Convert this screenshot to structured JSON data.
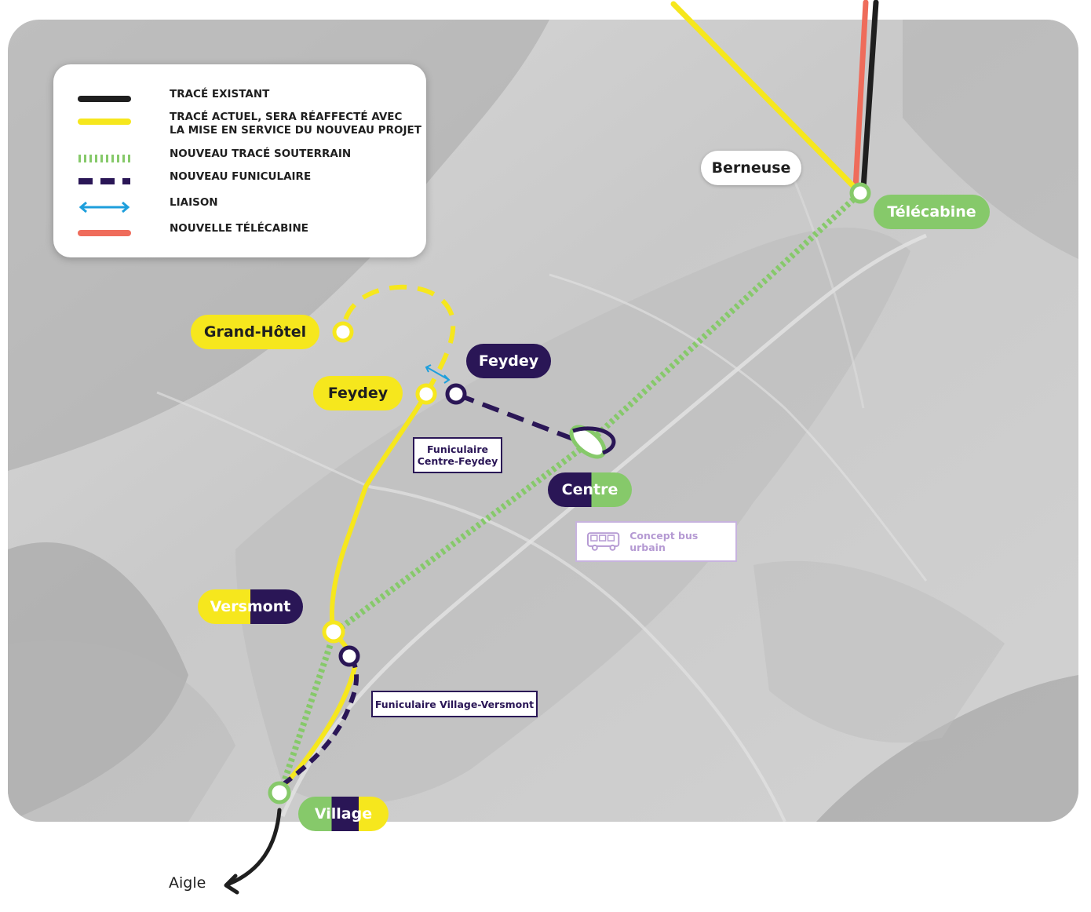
{
  "colors": {
    "existing": "#1f1f1f",
    "current_yellow": "#f6e71d",
    "underground_green": "#86c96a",
    "funicular_purple": "#2a1656",
    "liaison_blue": "#1e9fdc",
    "telecabine_red": "#ef6c5b",
    "bus_lilac": "#c7b3de"
  },
  "legend": {
    "items": [
      {
        "label": "TRACÉ EXISTANT",
        "style": "existing"
      },
      {
        "label": "TRACÉ ACTUEL, SERA RÉAFFECTÉ AVEC\nLA MISE EN SERVICE DU NOUVEAU PROJET",
        "style": "current_yellow"
      },
      {
        "label": "NOUVEAU TRACÉ SOUTERRAIN",
        "style": "underground_green"
      },
      {
        "label": "NOUVEAU FUNICULAIRE",
        "style": "funicular_purple"
      },
      {
        "label": "LIAISON",
        "style": "liaison_blue"
      },
      {
        "label": "NOUVELLE TÉLÉCABINE",
        "style": "telecabine_red"
      }
    ]
  },
  "stations": {
    "berneuse": "Berneuse",
    "telecabine": "Télécabine",
    "grand_hotel": "Grand-Hôtel",
    "feydey_yellow": "Feydey",
    "feydey_purple": "Feydey",
    "centre": "Centre",
    "versmont": "Versmont",
    "village": "Village",
    "aigle": "Aigle"
  },
  "boxes": {
    "funi_centre_feydey_line1": "Funiculaire",
    "funi_centre_feydey_line2": "Centre-Feydey",
    "funi_village_versmont": "Funiculaire Village-Versmont",
    "bus_concept": "Concept bus urbain"
  }
}
